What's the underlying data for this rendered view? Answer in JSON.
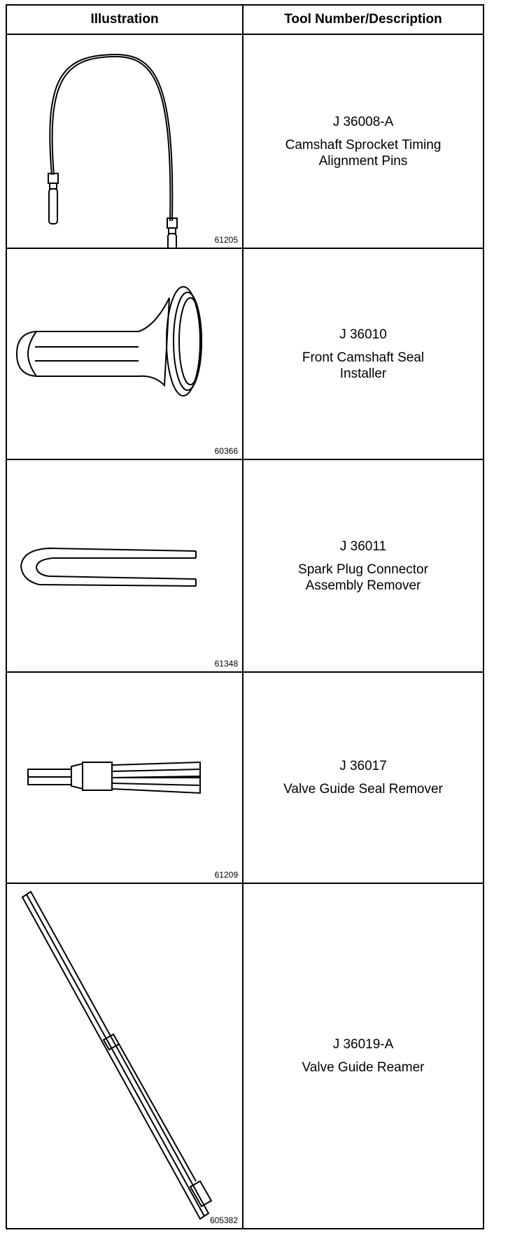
{
  "table": {
    "headers": {
      "illustration": "Illustration",
      "tool": "Tool Number/Description"
    },
    "rows": [
      {
        "figure_id": "61205",
        "tool_number": "J 36008-A",
        "desc_lines": [
          "Camshaft Sprocket Timing",
          "Alignment Pins"
        ],
        "icon": "alignment-pins-icon"
      },
      {
        "figure_id": "60366",
        "tool_number": "J 36010",
        "desc_lines": [
          "Front Camshaft Seal",
          "Installer"
        ],
        "icon": "seal-installer-icon"
      },
      {
        "figure_id": "61348",
        "tool_number": "J 36011",
        "desc_lines": [
          "Spark Plug Connector",
          "Assembly Remover"
        ],
        "icon": "connector-remover-icon"
      },
      {
        "figure_id": "61209",
        "tool_number": "J 36017",
        "desc_lines": [
          "Valve Guide Seal Remover"
        ],
        "icon": "valve-seal-remover-icon"
      },
      {
        "figure_id": "605382",
        "tool_number": "J 36019-A",
        "desc_lines": [
          "Valve Guide Reamer"
        ],
        "icon": "valve-guide-reamer-icon"
      }
    ]
  }
}
